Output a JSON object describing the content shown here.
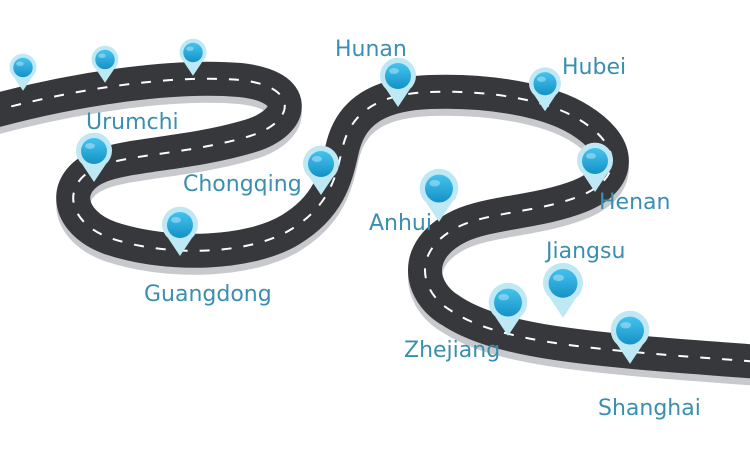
{
  "route": {
    "stops": [
      {
        "name": "Urumchi"
      },
      {
        "name": "Guangdong"
      },
      {
        "name": "Chongqing"
      },
      {
        "name": "Hunan"
      },
      {
        "name": "Hubei"
      },
      {
        "name": "Henan"
      },
      {
        "name": "Anhui"
      },
      {
        "name": "Jiangsu"
      },
      {
        "name": "Zhejiang"
      },
      {
        "name": "Shanghai"
      }
    ],
    "unlabeled_markers": 3
  },
  "colors": {
    "road": "#37383b",
    "road_edge": "#c7c9cc",
    "lane_marking": "#ffffff",
    "pin_outer": "#bfe8f5",
    "pin_inner": "#1ea5d8",
    "label_text": "#3a8fb0"
  },
  "icons": {
    "marker": "map-pin-icon"
  }
}
